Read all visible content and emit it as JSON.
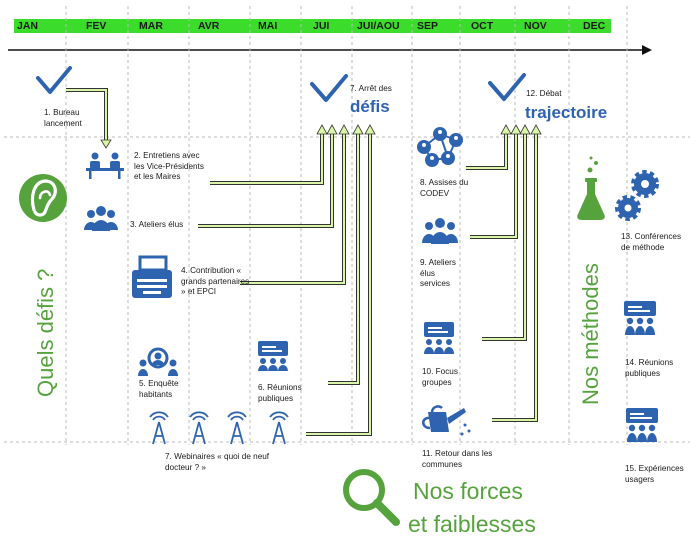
{
  "months": [
    "JAN",
    "FEV",
    "MAR",
    "AVR",
    "MAI",
    "JUI",
    "JUI/AOU",
    "SEP",
    "OCT",
    "NOV",
    "DEC"
  ],
  "colors": {
    "green_band": "#3cdc2c",
    "blue": "#2e63b0",
    "green_text": "#56a33e",
    "connector_outline": "#333333",
    "connector_fill": "#d8f5a8"
  },
  "side_titles": {
    "left": "Quels défis ?",
    "right": "Nos méthodes"
  },
  "bottom_title": {
    "line1": "Nos forces",
    "line2": "et faiblesses"
  },
  "milestones": [
    {
      "label": "1. Bureau lancement",
      "icon": "checkmark-icon"
    },
    {
      "label_small": "7. Arrêt des",
      "label_big": "défis",
      "icon": "checkmark-icon"
    },
    {
      "label_small": "12. Débat",
      "label_big": "trajectoire",
      "icon": "checkmark-icon"
    }
  ],
  "left_items": [
    {
      "label": "2. Entretiens avec les Vice-Présidents et les Maires",
      "icon": "meeting-table-icon"
    },
    {
      "label": "3. Ateliers élus",
      "icon": "group-icon"
    },
    {
      "label": "4. Contribution « grands partenaires » et EPCI",
      "icon": "typewriter-icon"
    },
    {
      "label": "5. Enquête habitants",
      "icon": "survey-people-icon"
    },
    {
      "label": "6. Réunions publiques",
      "icon": "presentation-icon"
    },
    {
      "label": "7. Webinaires « quoi de neuf docteur ? »",
      "icon": "antenna-icon"
    }
  ],
  "right_items": [
    {
      "label": "8. Assises du CODEV",
      "icon": "network-people-icon"
    },
    {
      "label": "9. Ateliers élus services",
      "icon": "group-icon"
    },
    {
      "label": "10. Focus groupes",
      "icon": "presentation-icon"
    },
    {
      "label": "11. Retour dans les communes",
      "icon": "watering-can-icon"
    }
  ],
  "methods": [
    {
      "label": "13. Conférences de méthode",
      "icon": "gears-icon"
    },
    {
      "label": "14. Réunions publiques",
      "icon": "presentation-icon"
    },
    {
      "label": "15. Expériences usagers",
      "icon": "presentation-icon"
    }
  ],
  "symbols": [
    "ear-icon",
    "flask-icon",
    "magnifier-icon"
  ]
}
